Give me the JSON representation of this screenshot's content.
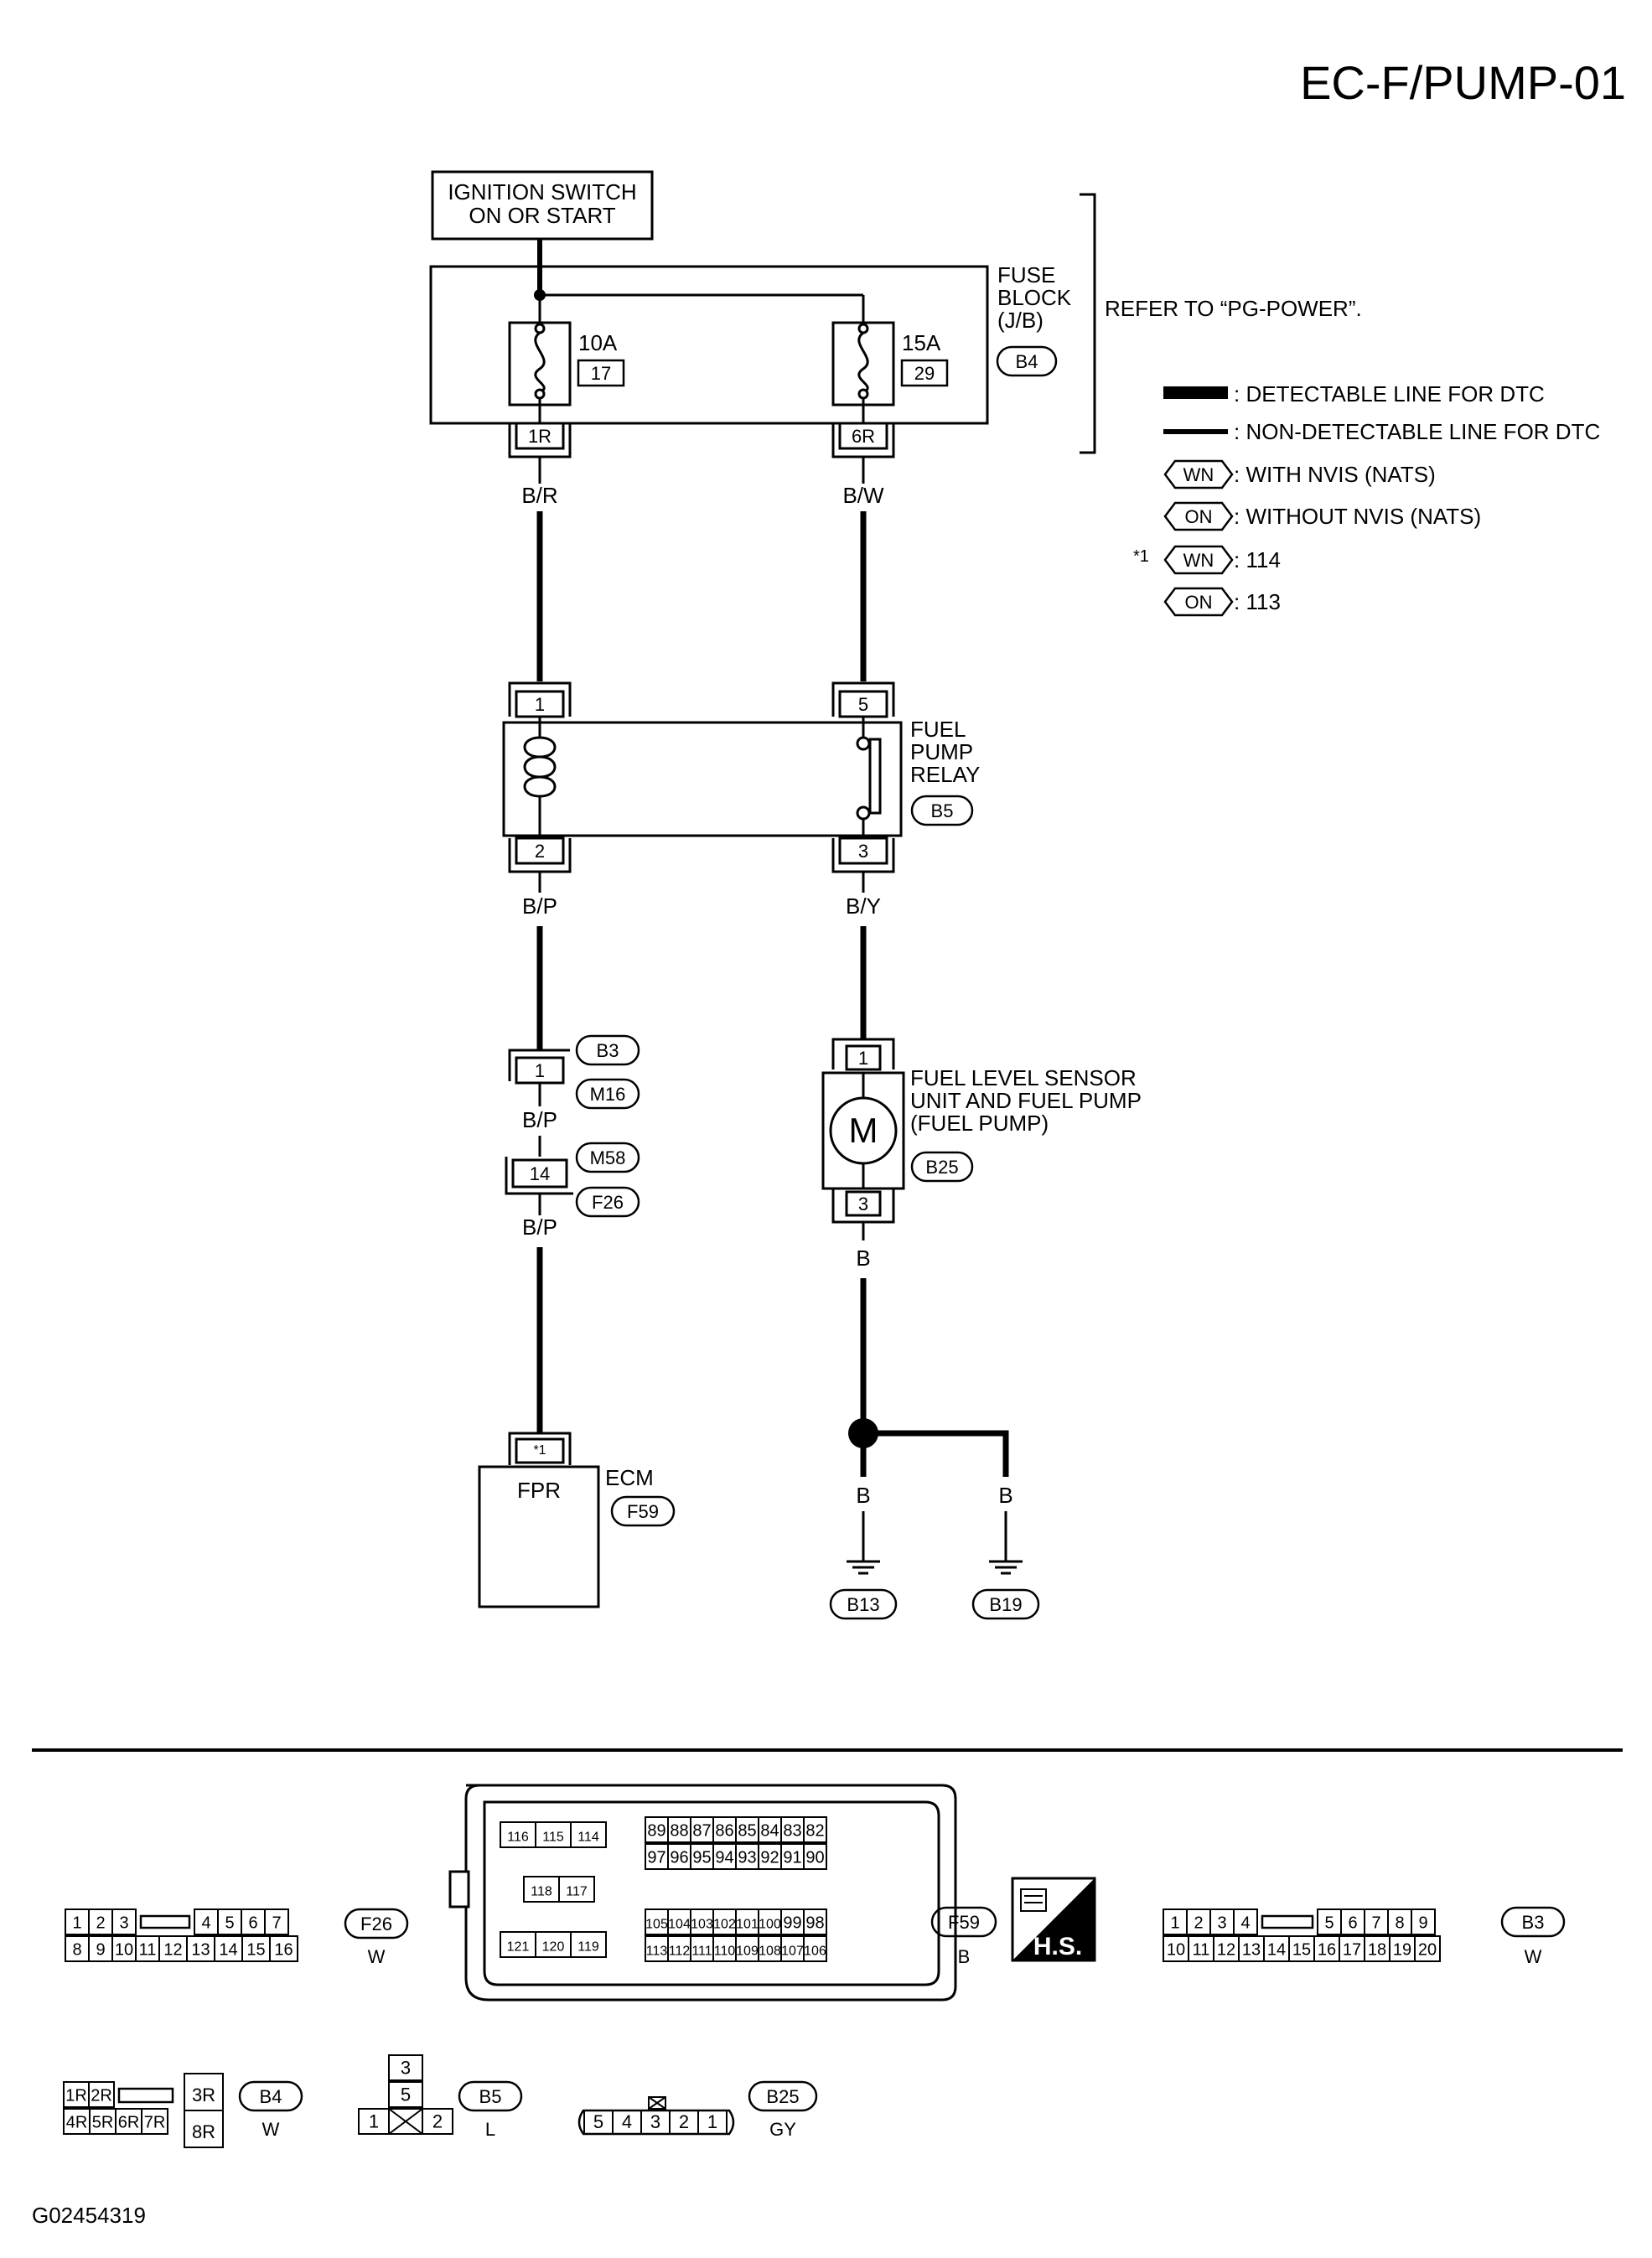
{
  "page_title": "EC-F/PUMP-01",
  "image_id": "G02454319",
  "ignition": {
    "line1": "IGNITION SWITCH",
    "line2": "ON OR START"
  },
  "fuse_block": {
    "line1": "FUSE",
    "line2": "BLOCK",
    "line3": "(J/B)",
    "connector": "B4",
    "refer": "REFER TO “PG-POWER”.",
    "fuse_a": {
      "rating": "10A",
      "number": "17",
      "terminal": "1R"
    },
    "fuse_b": {
      "rating": "15A",
      "number": "29",
      "terminal": "6R"
    }
  },
  "legend": {
    "detectable": ": DETECTABLE LINE FOR DTC",
    "non_detectable": ": NON-DETECTABLE LINE FOR DTC",
    "wn_badge": "WN",
    "wn_text": ": WITH NVIS (NATS)",
    "on_badge": "ON",
    "on_text": ": WITHOUT NVIS (NATS)",
    "star": "*1",
    "wn_value": ": 114",
    "on_value": ": 113"
  },
  "wires": {
    "br": "B/R",
    "bw": "B/W",
    "bp": "B/P",
    "by": "B/Y",
    "b": "B"
  },
  "relay": {
    "line1": "FUEL",
    "line2": "PUMP",
    "line3": "RELAY",
    "connector": "B5",
    "pin1": "1",
    "pin2": "2",
    "pin3": "3",
    "pin5": "5"
  },
  "inline_connectors": {
    "c1_pin": "1",
    "c1_top": "B3",
    "c1_bottom": "M16",
    "c2_pin": "14",
    "c2_top": "M58",
    "c2_bottom": "F26"
  },
  "pump": {
    "line1": "FUEL LEVEL SENSOR",
    "line2": "UNIT AND FUEL PUMP",
    "line3": "(FUEL PUMP)",
    "connector": "B25",
    "pin_top": "1",
    "pin_bottom": "3",
    "motor": "M"
  },
  "ecm": {
    "label": "ECM",
    "connector": "F59",
    "terminal": "FPR",
    "pin": "*1"
  },
  "grounds": {
    "left": "B13",
    "right": "B19"
  },
  "connector_views": {
    "f26": {
      "id": "F26",
      "color": "W",
      "row1": [
        "1",
        "2",
        "3",
        "",
        "4",
        "5",
        "6",
        "7"
      ],
      "row2": [
        "8",
        "9",
        "10",
        "11",
        "12",
        "13",
        "14",
        "15",
        "16"
      ]
    },
    "f59": {
      "id": "F59",
      "color": "B",
      "g1": [
        "116",
        "115",
        "114"
      ],
      "g2": [
        "118",
        "117"
      ],
      "g3": [
        "121",
        "120",
        "119"
      ],
      "r1": [
        "89",
        "88",
        "87",
        "86",
        "85",
        "84",
        "83",
        "82"
      ],
      "r2": [
        "97",
        "96",
        "95",
        "94",
        "93",
        "92",
        "91",
        "90"
      ],
      "r3": [
        "105",
        "104",
        "103",
        "102",
        "101",
        "100",
        "99",
        "98"
      ],
      "r4": [
        "113",
        "112",
        "111",
        "110",
        "109",
        "108",
        "107",
        "106"
      ]
    },
    "hs": "H.S.",
    "b3": {
      "id": "B3",
      "color": "W",
      "row1": [
        "1",
        "2",
        "3",
        "4",
        "",
        "5",
        "6",
        "7",
        "8",
        "9"
      ],
      "row2": [
        "10",
        "11",
        "12",
        "13",
        "14",
        "15",
        "16",
        "17",
        "18",
        "19",
        "20"
      ]
    },
    "b4": {
      "id": "B4",
      "color": "W",
      "row1": [
        "1R",
        "2R"
      ],
      "row2": [
        "4R",
        "5R",
        "6R",
        "7R"
      ],
      "p3": "3R",
      "p8": "8R"
    },
    "b5": {
      "id": "B5",
      "color": "L",
      "pins": [
        "3",
        "5",
        "1",
        "2"
      ]
    },
    "b25": {
      "id": "B25",
      "color": "GY",
      "pins": [
        "5",
        "4",
        "3",
        "2",
        "1"
      ]
    }
  }
}
